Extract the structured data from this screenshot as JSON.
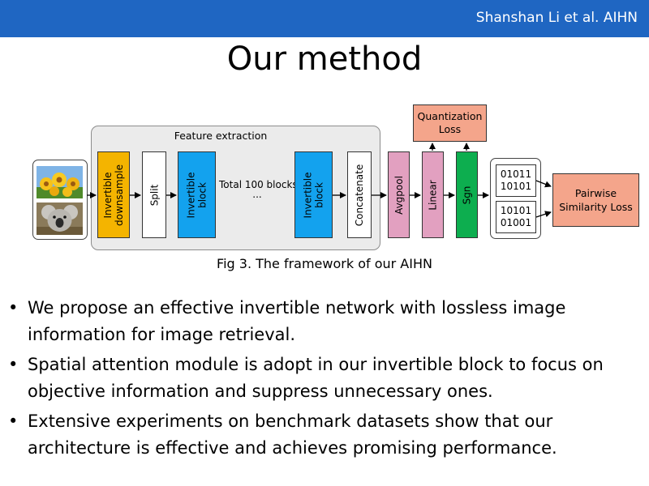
{
  "header": {
    "author_text": "Shanshan Li et al. AIHN"
  },
  "slide": {
    "title": "Our method"
  },
  "diagram": {
    "feature_extraction_label": "Feature extraction",
    "blocks": {
      "invertible_downsample": "Invertible\ndownsample",
      "split": "Split",
      "invertible_block_1": "Invertible\nblock",
      "total_label": "Total 100 blocks",
      "dots": "...",
      "invertible_block_2": "Invertible\nblock",
      "concatenate": "Concatenate",
      "avgpool": "Avgpool",
      "linear": "Linear",
      "sgn": "Sgn"
    },
    "quantization_loss": {
      "line1": "Quantization",
      "line2": "Loss"
    },
    "codes": [
      {
        "line1": "01011",
        "line2": "10101"
      },
      {
        "line1": "10101",
        "line2": "01001"
      }
    ],
    "pairwise_loss": {
      "line1": "Pairwise",
      "line2": "Similarity Loss"
    },
    "colors": {
      "downsample": "#f4b400",
      "invertible_block": "#13a2ee",
      "pool_linear": "#e2a0c0",
      "sgn": "#0dae4f",
      "loss": "#f4a58b",
      "header": "#1f66c2"
    },
    "icons": [
      "sunflower-photo",
      "koala-photo"
    ]
  },
  "figure_caption": "Fig 3. The framework of our AIHN",
  "bullets": [
    "We propose an effective invertible network with lossless image information for image retrieval.",
    "Spatial attention module is adopt in our invertible block to focus on objective information and suppress unnecessary ones.",
    "Extensive experiments on benchmark datasets show that our architecture is effective and achieves promising performance."
  ]
}
